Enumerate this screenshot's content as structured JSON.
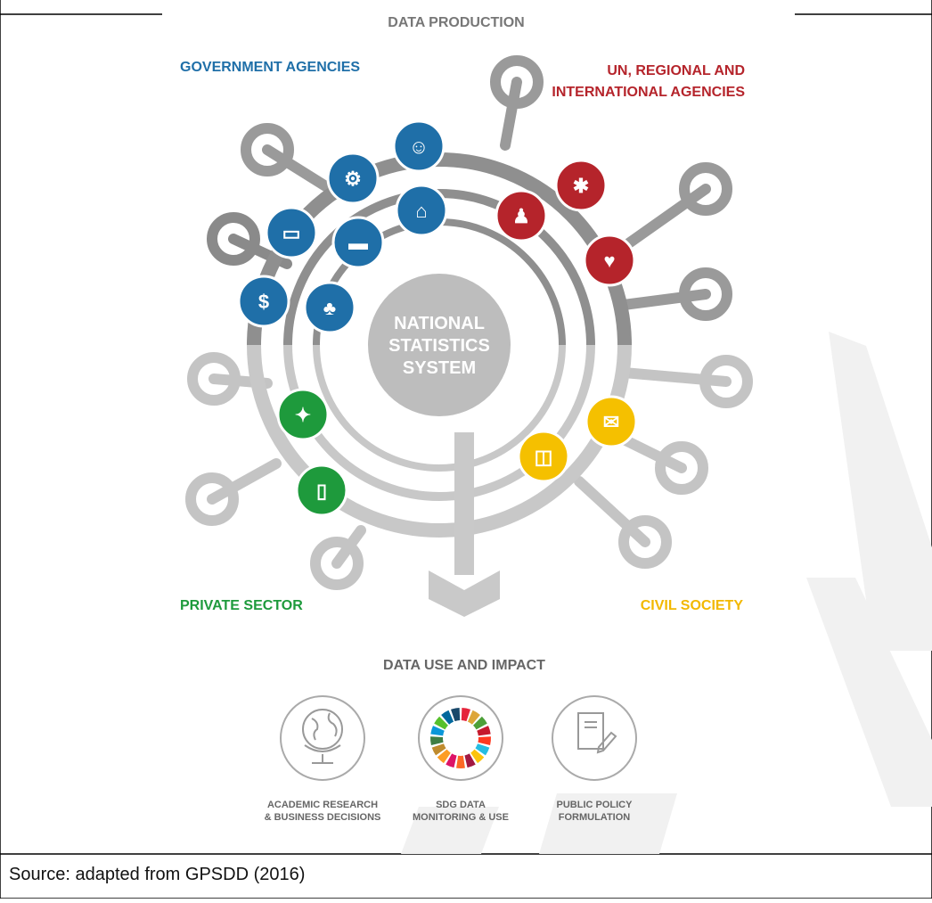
{
  "top_label": "DATA PRODUCTION",
  "center_label": [
    "NATIONAL",
    "STATISTICS",
    "SYSTEM"
  ],
  "groups": {
    "government": {
      "label": "GOVERNMENT AGENCIES",
      "color": "#1f6fa8"
    },
    "international": {
      "label_lines": [
        "UN, REGIONAL AND",
        "INTERNATIONAL AGENCIES"
      ],
      "color": "#b5242b"
    },
    "private": {
      "label": "PRIVATE SECTOR",
      "color": "#1e9a3c"
    },
    "civil": {
      "label": "CIVIL SOCIETY",
      "color": "#f5c000"
    }
  },
  "icons": {
    "government": [
      "money-hand-icon",
      "id-card-icon",
      "tractor-icon",
      "people-icon",
      "plant-hand-icon",
      "folder-icon",
      "house-grid-icon"
    ],
    "international": [
      "meeting-icon",
      "wheat-icon",
      "heartbeat-icon"
    ],
    "private": [
      "satellite-icon",
      "mobile-phone-icon"
    ],
    "civil": [
      "presentation-chart-icon",
      "chat-bubbles-icon"
    ]
  },
  "bottom_title": "DATA USE AND IMPACT",
  "impacts": [
    {
      "icon": "globe-icon",
      "lines": [
        "ACADEMIC RESEARCH",
        "& BUSINESS DECISIONS"
      ]
    },
    {
      "icon": "sdg-wheel-icon",
      "lines": [
        "SDG DATA",
        "MONITORING & USE"
      ]
    },
    {
      "icon": "notebook-pen-icon",
      "lines": [
        "PUBLIC POLICY",
        "FORMULATION"
      ]
    }
  ],
  "sdg_colors": [
    "#e5243b",
    "#dda63a",
    "#4c9f38",
    "#c5192d",
    "#ff3a21",
    "#26bde2",
    "#fcc30b",
    "#a21942",
    "#fd6925",
    "#dd1367",
    "#fd9d24",
    "#bf8b2e",
    "#3f7e44",
    "#0a97d9",
    "#56c02b",
    "#00689d",
    "#19486a"
  ],
  "caption": "Source: adapted from GPSDD (2016)"
}
